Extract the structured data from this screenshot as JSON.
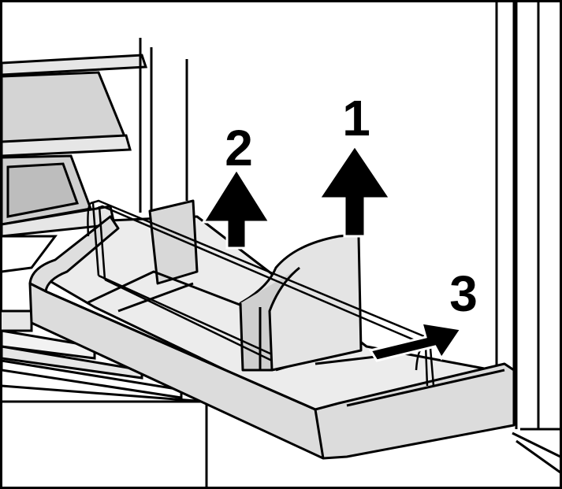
{
  "diagram": {
    "steps": [
      {
        "label": "1",
        "direction": "up"
      },
      {
        "label": "2",
        "direction": "up"
      },
      {
        "label": "3",
        "direction": "up-right"
      }
    ],
    "colors": {
      "outline": "#000000",
      "shelf_fill": "#dcdcdc",
      "light_fill": "#f2f2f2",
      "dark_fill": "#c8c8c8",
      "background": "#ffffff"
    }
  }
}
